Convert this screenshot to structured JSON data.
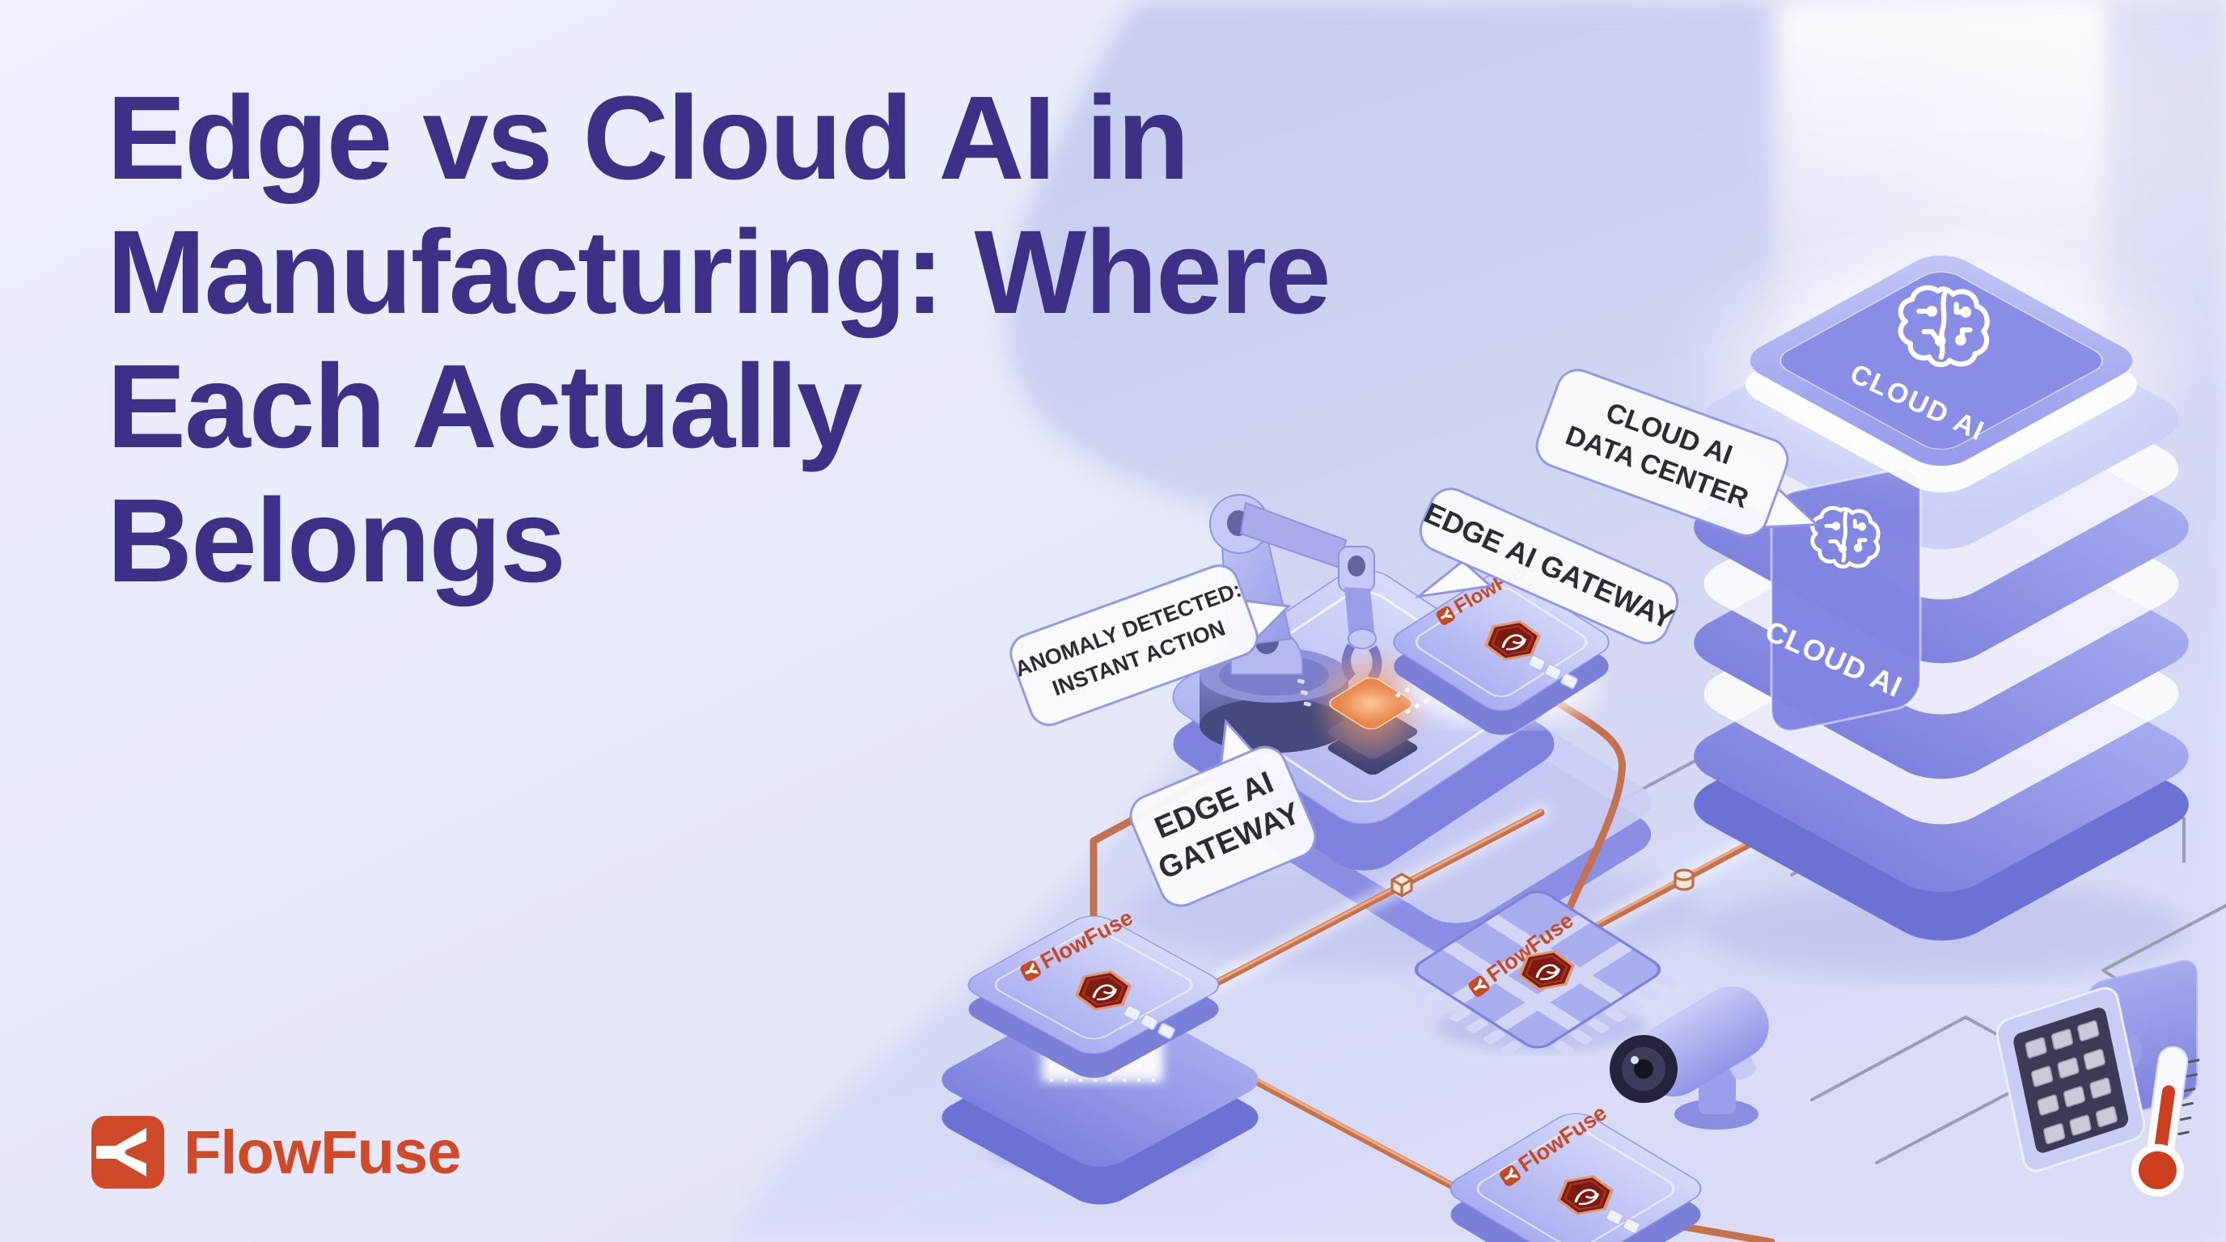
{
  "title": {
    "line1": "Edge vs Cloud AI in",
    "line2": "Manufacturing: Where",
    "line3": "Each Actually",
    "line4": "Belongs"
  },
  "brand": {
    "name": "FlowFuse"
  },
  "scene": {
    "bubbles": {
      "cloud_dc": [
        "CLOUD AI",
        "DATA CENTER"
      ],
      "edge_gateway_top": "EDGE AI GATEWAY",
      "anomaly": [
        "ANOMALY DETECTED:",
        "INSTANT ACTION"
      ],
      "edge_gateway_left": [
        "EDGE AI",
        "GATEWAY"
      ]
    },
    "cloud_stack": {
      "tile_label": "CLOUD AI",
      "badge_label": "CLOUD AI"
    }
  },
  "colors": {
    "title_indigo": "#3c3186",
    "brand_orange": "#cf4a28",
    "purple": "#8588e2",
    "wire_orange": "#c4714d",
    "nodered_dark_red": "#7e1a10",
    "background_light": "#eaedfb",
    "background_lavender": "#ccd0f0"
  }
}
